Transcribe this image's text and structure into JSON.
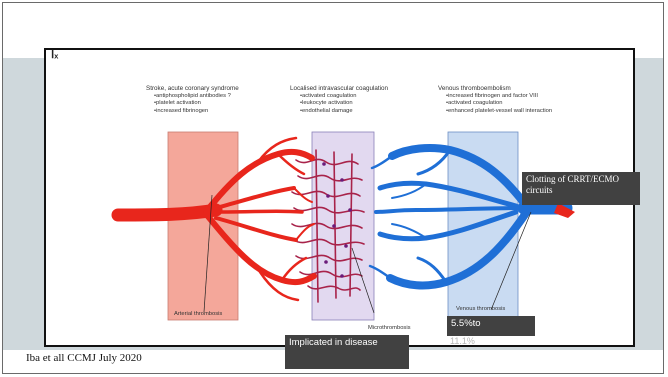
{
  "figure": {
    "marker": "Ⅰₓ",
    "panels": [
      {
        "title": "Stroke, acute coronary syndrome",
        "items": [
          "antiphospholipid antibodies ?",
          "platelet activation",
          "increased fibrinogen"
        ]
      },
      {
        "title": "Localised intravascular coagulation",
        "items": [
          "activated coagulation",
          "leukocyte activation",
          "endothelial damage"
        ]
      },
      {
        "title": "Venous thromboembolism",
        "items": [
          "increased fibrinogen and factor VIII",
          "activated coagulation",
          "enhanced platelet-vessel wall interaction"
        ]
      }
    ],
    "labels": {
      "arterial": "Arterial thrombosis",
      "micro": "Microthrombosis",
      "venous": "Venous thrombosis"
    }
  },
  "callouts": {
    "clotting": "Clotting of CRRT/ECMO circuits",
    "percent": "5.5%to",
    "percent_overflow": "11.1%",
    "implicated": "Implicated in disease"
  },
  "citation": "Iba et all CCMJ July 2020",
  "colors": {
    "artery": "#e8261c",
    "vein": "#1f6fd6",
    "capillary": "#a8234a",
    "arterial_box": "#f4a79a",
    "micro_box": "#e2d9f0",
    "venous_box": "#c9dbf2",
    "band": "#cfd8dc",
    "callout_bg": "#414141"
  }
}
